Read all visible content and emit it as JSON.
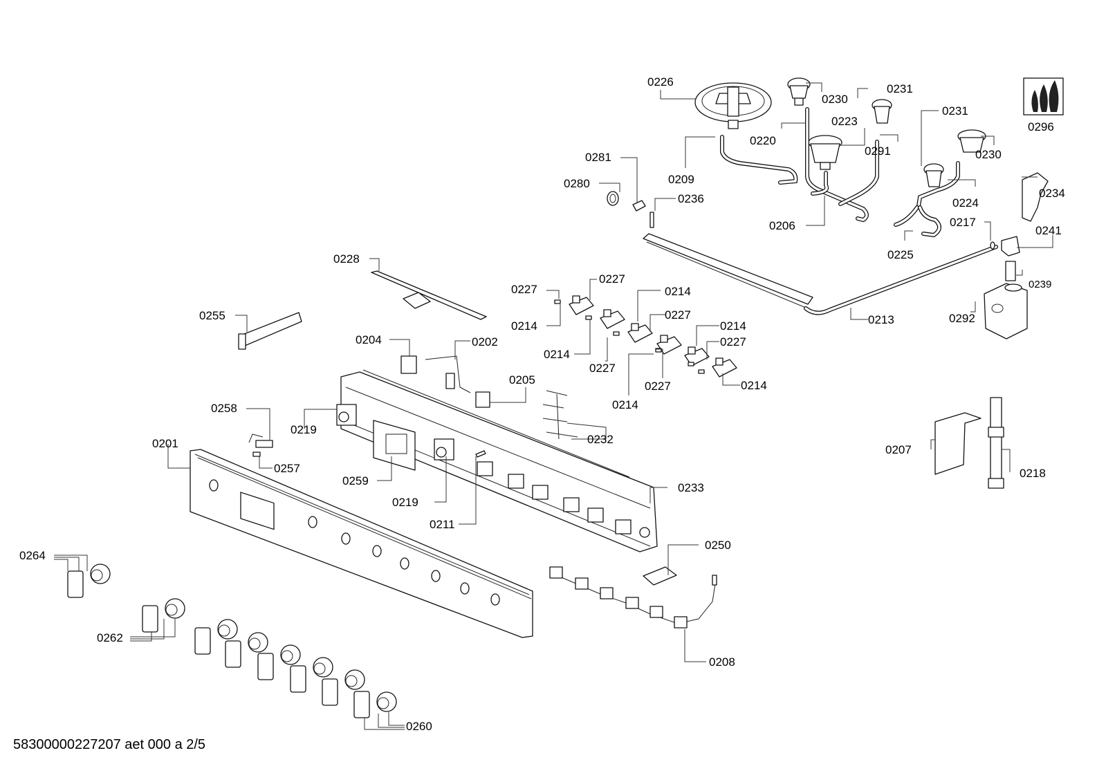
{
  "diagram": {
    "type": "exploded-parts-diagram",
    "subject": "cooker control panel and gas burner assembly",
    "footer_reference": "58300000227207 aet 000 a 2/5",
    "flame_symbol_label": "0296",
    "labels": [
      {
        "id": "l0226",
        "text": "0226"
      },
      {
        "id": "l0230a",
        "text": "0230"
      },
      {
        "id": "l0231a",
        "text": "0231"
      },
      {
        "id": "l0220",
        "text": "0220"
      },
      {
        "id": "l0223",
        "text": "0223"
      },
      {
        "id": "l0291",
        "text": "0291"
      },
      {
        "id": "l0231b",
        "text": "0231"
      },
      {
        "id": "l0230b",
        "text": "0230"
      },
      {
        "id": "l0296",
        "text": "0296"
      },
      {
        "id": "l0281",
        "text": "0281"
      },
      {
        "id": "l0280",
        "text": "0280"
      },
      {
        "id": "l0209",
        "text": "0209"
      },
      {
        "id": "l0236",
        "text": "0236"
      },
      {
        "id": "l0206",
        "text": "0206"
      },
      {
        "id": "l0224",
        "text": "0224"
      },
      {
        "id": "l0234",
        "text": "0234"
      },
      {
        "id": "l0217",
        "text": "0217"
      },
      {
        "id": "l0241",
        "text": "0241"
      },
      {
        "id": "l0225",
        "text": "0225"
      },
      {
        "id": "l0239",
        "text": "0239"
      },
      {
        "id": "l0228",
        "text": "0228"
      },
      {
        "id": "l0227a",
        "text": "0227"
      },
      {
        "id": "l0227b",
        "text": "0227"
      },
      {
        "id": "l0214a",
        "text": "0214"
      },
      {
        "id": "l0227c",
        "text": "0227"
      },
      {
        "id": "l0214b",
        "text": "0214"
      },
      {
        "id": "l0214c",
        "text": "0214"
      },
      {
        "id": "l0227d",
        "text": "0227"
      },
      {
        "id": "l0214d",
        "text": "0214"
      },
      {
        "id": "l0227e",
        "text": "0227"
      },
      {
        "id": "l0227f",
        "text": "0227"
      },
      {
        "id": "l0214e",
        "text": "0214"
      },
      {
        "id": "l0214f",
        "text": "0214"
      },
      {
        "id": "l0213",
        "text": "0213"
      },
      {
        "id": "l0292",
        "text": "0292"
      },
      {
        "id": "l0255",
        "text": "0255"
      },
      {
        "id": "l0204",
        "text": "0204"
      },
      {
        "id": "l0202",
        "text": "0202"
      },
      {
        "id": "l0205",
        "text": "0205"
      },
      {
        "id": "l0258",
        "text": "0258"
      },
      {
        "id": "l0219a",
        "text": "0219"
      },
      {
        "id": "l0232",
        "text": "0232"
      },
      {
        "id": "l0207",
        "text": "0207"
      },
      {
        "id": "l0218",
        "text": "0218"
      },
      {
        "id": "l0201",
        "text": "0201"
      },
      {
        "id": "l0257",
        "text": "0257"
      },
      {
        "id": "l0259",
        "text": "0259"
      },
      {
        "id": "l0233",
        "text": "0233"
      },
      {
        "id": "l0219b",
        "text": "0219"
      },
      {
        "id": "l0211",
        "text": "0211"
      },
      {
        "id": "l0250",
        "text": "0250"
      },
      {
        "id": "l0264",
        "text": "0264"
      },
      {
        "id": "l0262",
        "text": "0262"
      },
      {
        "id": "l0208",
        "text": "0208"
      },
      {
        "id": "l0260",
        "text": "0260"
      }
    ]
  }
}
